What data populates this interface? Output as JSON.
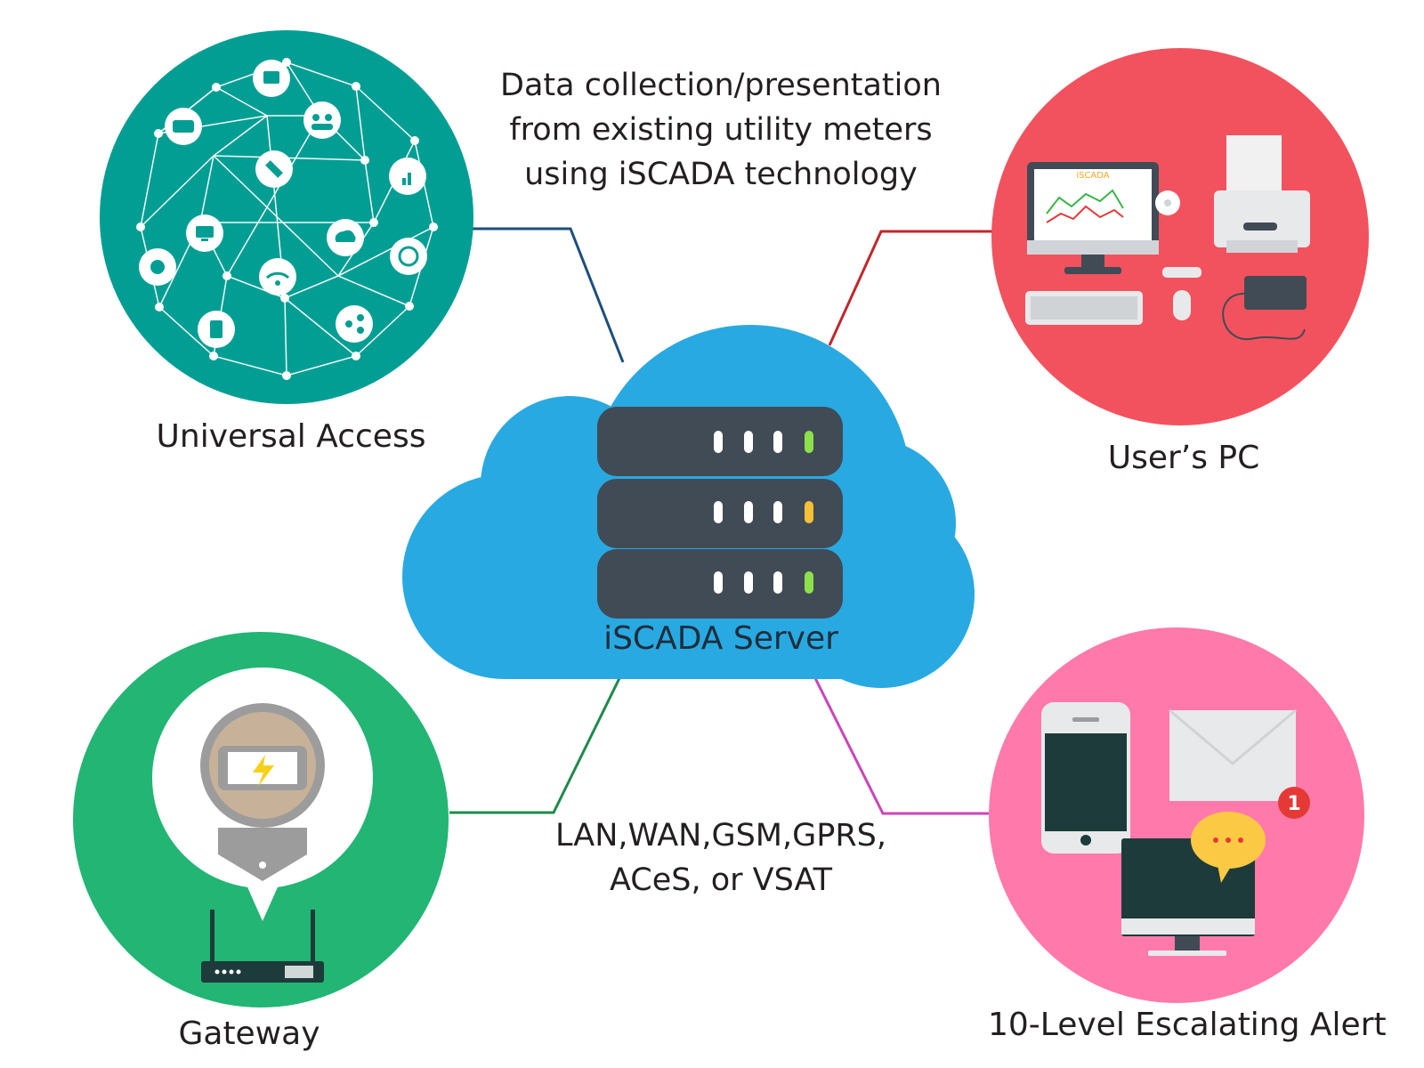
{
  "caption_top": {
    "line1": "Data collection/presentation",
    "line2": "from existing utility  meters",
    "line3": "using iSCADA technology"
  },
  "caption_bottom": {
    "line1": "LAN,WAN,GSM,GPRS,",
    "line2": "ACeS, or VSAT"
  },
  "center": {
    "label": "iSCADA Server",
    "led_colors": [
      "#8ee04a",
      "#f5c036",
      "#8ee04a"
    ]
  },
  "nodes": {
    "universal_access": {
      "label": "Universal Access",
      "color": "#039e93",
      "icon": "network-globe-icon"
    },
    "users_pc": {
      "label": "User’s PC",
      "color": "#f2525e",
      "icon": "computer-peripherals-icon",
      "screen_text": "iSCADA"
    },
    "gateway": {
      "label": "Gateway",
      "color": "#22b573",
      "icon": "utility-meter-router-icon"
    },
    "alert": {
      "label": "10-Level Escalating Alert",
      "color": "#ff7aaa",
      "icon": "devices-notification-icon",
      "badge": "1"
    }
  },
  "connector_colors": {
    "universal_access": "#1b4f7e",
    "users_pc": "#c1272d",
    "gateway": "#1e8a4a",
    "alert": "#cc44bb"
  }
}
